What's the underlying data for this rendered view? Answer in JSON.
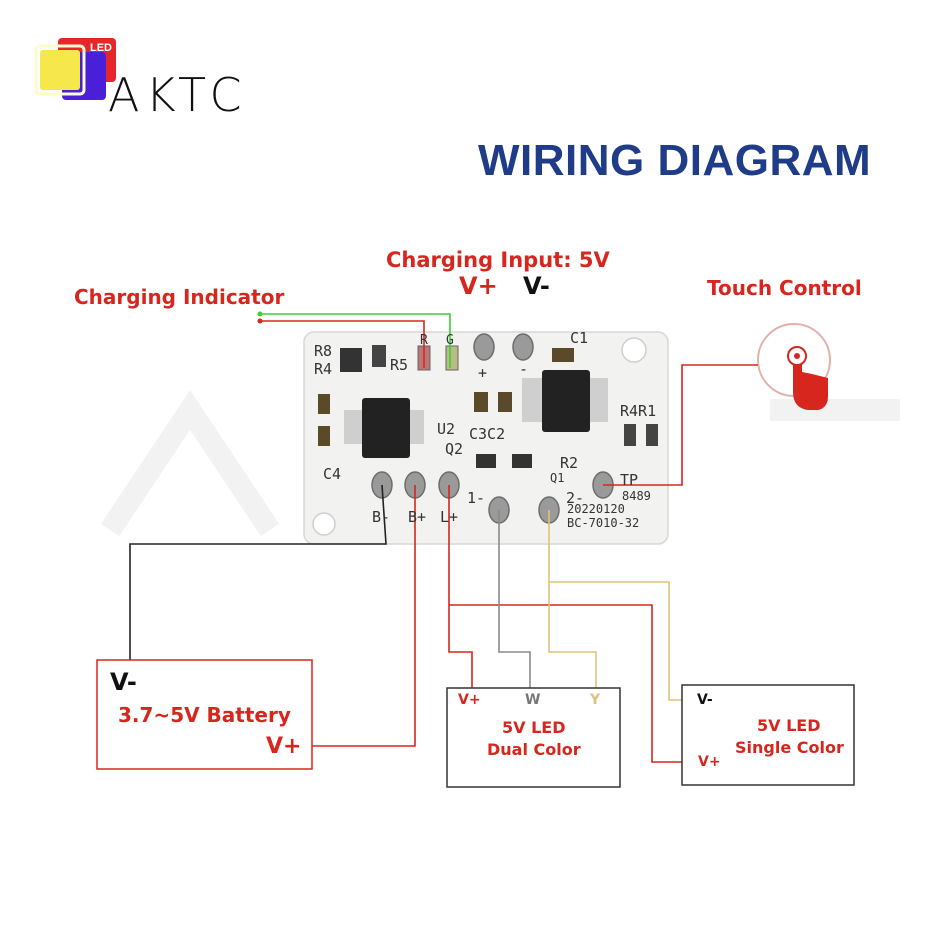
{
  "brand": {
    "logo_badge": "LED",
    "name": "AKTC"
  },
  "title": "WIRING DIAGRAM",
  "labels": {
    "charging_input": "Charging Input: 5V",
    "charging_vplus": "V+",
    "charging_vminus": "V-",
    "charging_indicator": "Charging Indicator",
    "touch_control": "Touch Control"
  },
  "pcb": {
    "silkscreen": [
      "R8",
      "R4",
      "R5",
      "R",
      "G",
      "C1",
      "+",
      "-",
      "R4R1",
      "U2",
      "C3C2",
      "Q2",
      "R2",
      "Q1",
      "TP",
      "8489",
      "C4",
      "B-",
      "B+",
      "L+",
      "1-",
      "2-",
      "20220120",
      "BC-7010-32"
    ]
  },
  "battery": {
    "vminus": "V-",
    "title": "3.7~5V Battery",
    "vplus": "V+"
  },
  "led_dual": {
    "vplus": "V+",
    "w": "W",
    "y": "Y",
    "line1": "5V LED",
    "line2": "Dual Color"
  },
  "led_single": {
    "vminus": "V-",
    "line1": "5V LED",
    "line2": "Single Color",
    "vplus": "V+"
  },
  "colors": {
    "accent_red": "#d7261e",
    "title_blue": "#1f3c88",
    "wire_black": "#222222",
    "wire_green": "#3bd12f",
    "wire_gray": "#8a8a8a",
    "wire_yellow": "#e0c27a",
    "pcb_white": "#f2f2f0"
  }
}
